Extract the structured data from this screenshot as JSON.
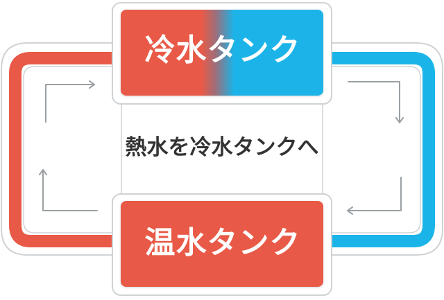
{
  "diagram": {
    "cold_tank_label": "冷水タンク",
    "hot_tank_label": "温水タンク",
    "flow_caption": "熱水を冷水タンクへ"
  },
  "colors": {
    "hot_red": "#e85a47",
    "cold_blue": "#1ab4e8",
    "outline_gray": "#cfd3d6",
    "arrow_gray": "#9aa0a4",
    "caption_text": "#333333"
  }
}
